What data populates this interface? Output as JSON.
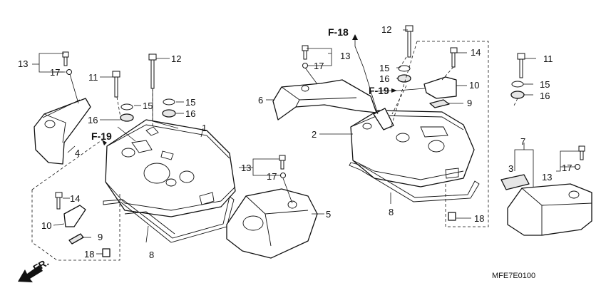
{
  "diagram": {
    "part_labels": {
      "p1": "1",
      "p2": "2",
      "p3": "3",
      "p4": "4",
      "p5": "5",
      "p6": "6",
      "p7": "7",
      "p8a": "8",
      "p8b": "8",
      "p9a": "9",
      "p9b": "9",
      "p10a": "10",
      "p10b": "10",
      "p11a": "11",
      "p11b": "11",
      "p12a": "12",
      "p12b": "12",
      "p13a": "13",
      "p13b": "13",
      "p13c": "13",
      "p13d": "13",
      "p14a": "14",
      "p14b": "14",
      "p15a": "15",
      "p15b": "15",
      "p15c": "15",
      "p15d": "15",
      "p16a": "16",
      "p16b": "16",
      "p16c": "16",
      "p16d": "16",
      "p17a": "17",
      "p17b": "17",
      "p17c": "17",
      "p17d": "17",
      "p18a": "18",
      "p18b": "18"
    },
    "refs": {
      "f18": "F-18",
      "f19a": "F-19",
      "f19b": "F-19"
    },
    "front_label": "FR.",
    "drawing_code": "MFE7E0100"
  }
}
